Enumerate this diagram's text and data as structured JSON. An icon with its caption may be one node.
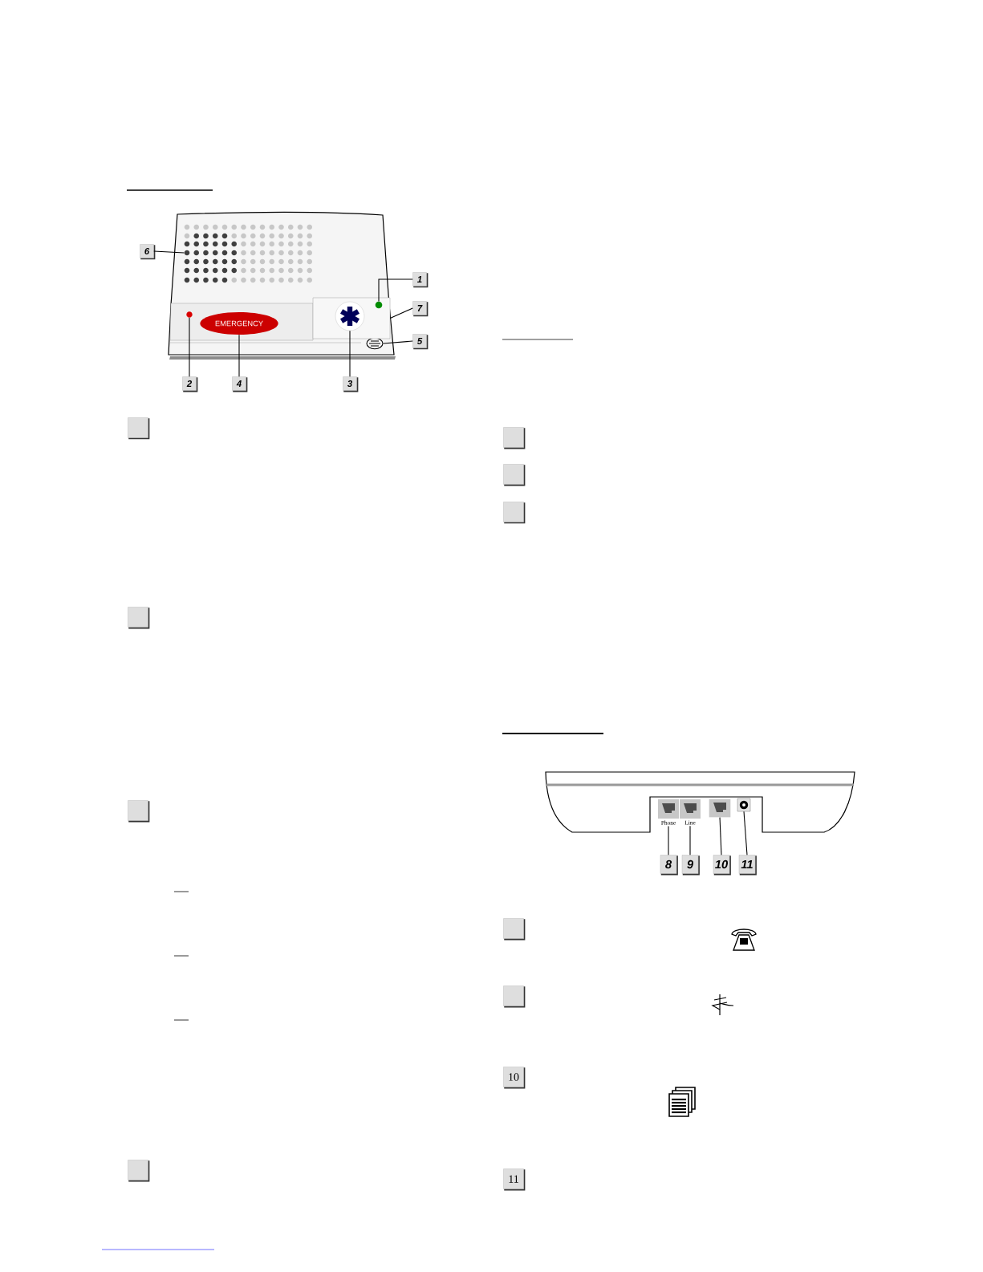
{
  "diagram": {
    "nodes": [
      {
        "text": [
          "6"
        ]
      },
      {
        "text": [
          "1"
        ]
      },
      {
        "text": [],
        "shape": "circle",
        "in": 32
      },
      {
        "text": [
          "7"
        ]
      },
      {
        "text": [
          "5"
        ]
      },
      {
        "text": [],
        "shape": "circle"
      },
      {
        "text": [],
        "shape": "circle"
      },
      {
        "text": [
          "EMERGENCY"
        ]
      },
      {
        "text": [],
        "shape": "circle",
        "in": 32
      },
      {
        "text": [
          "2"
        ]
      },
      {
        "text": [
          "4"
        ]
      },
      {
        "text": [
          "3"
        ]
      },
      {
        "text": [
          "Phone"
        ]
      },
      {
        "text": [
          "Line"
        ]
      },
      {
        "text": [],
        "shape": "box"
      },
      {
        "text": [],
        "shape": "box"
      },
      {
        "text": [
          "8"
        ]
      },
      {
        "text": [
          "9"
        ]
      },
      {
        "text": [
          "10"
        ]
      },
      {
        "text": [
          "11"
        ]
      },
      {
        "text": [],
        "shape": "box"
      },
      {
        "text": [],
        "shape": "box"
      },
      {
        "text": [],
        "shape": "box"
      },
      {
        "text": [],
        "shape": "box"
      },
      {
        "text": [],
        "shape": "box"
      },
      {
        "text": [],
        "shape": "box"
      },
      {
        "text": [],
        "shape": "box"
      },
      {
        "text": [],
        "shape": "box"
      },
      {
        "text": [],
        "shape": "box"
      },
      {
        "text": [
          "10"
        ]
      },
      {
        "text": [
          "11"
        ]
      },
      {
        "text": [],
        "shape": "circle"
      },
      {
        "text": [],
        "shape": "box"
      }
    ],
    "edges": [
      {
        "from": 0,
        "to": 31,
        "arrow": "none"
      },
      {
        "from": 1,
        "to": 8,
        "arrow": "none"
      },
      {
        "from": 3,
        "to": 32,
        "arrow": "none"
      },
      {
        "from": 4,
        "to": 5,
        "arrow": "none"
      },
      {
        "from": 9,
        "to": 6,
        "arrow": "none"
      },
      {
        "from": 10,
        "to": 7,
        "arrow": "none"
      },
      {
        "from": 11,
        "to": 2,
        "arrow": "none"
      },
      {
        "from": 16,
        "to": 12,
        "arrow": "none"
      },
      {
        "from": 17,
        "to": 13,
        "arrow": "none"
      },
      {
        "from": 18,
        "to": 14,
        "arrow": "none"
      },
      {
        "from": 19,
        "to": 15,
        "arrow": "none"
      }
    ]
  }
}
